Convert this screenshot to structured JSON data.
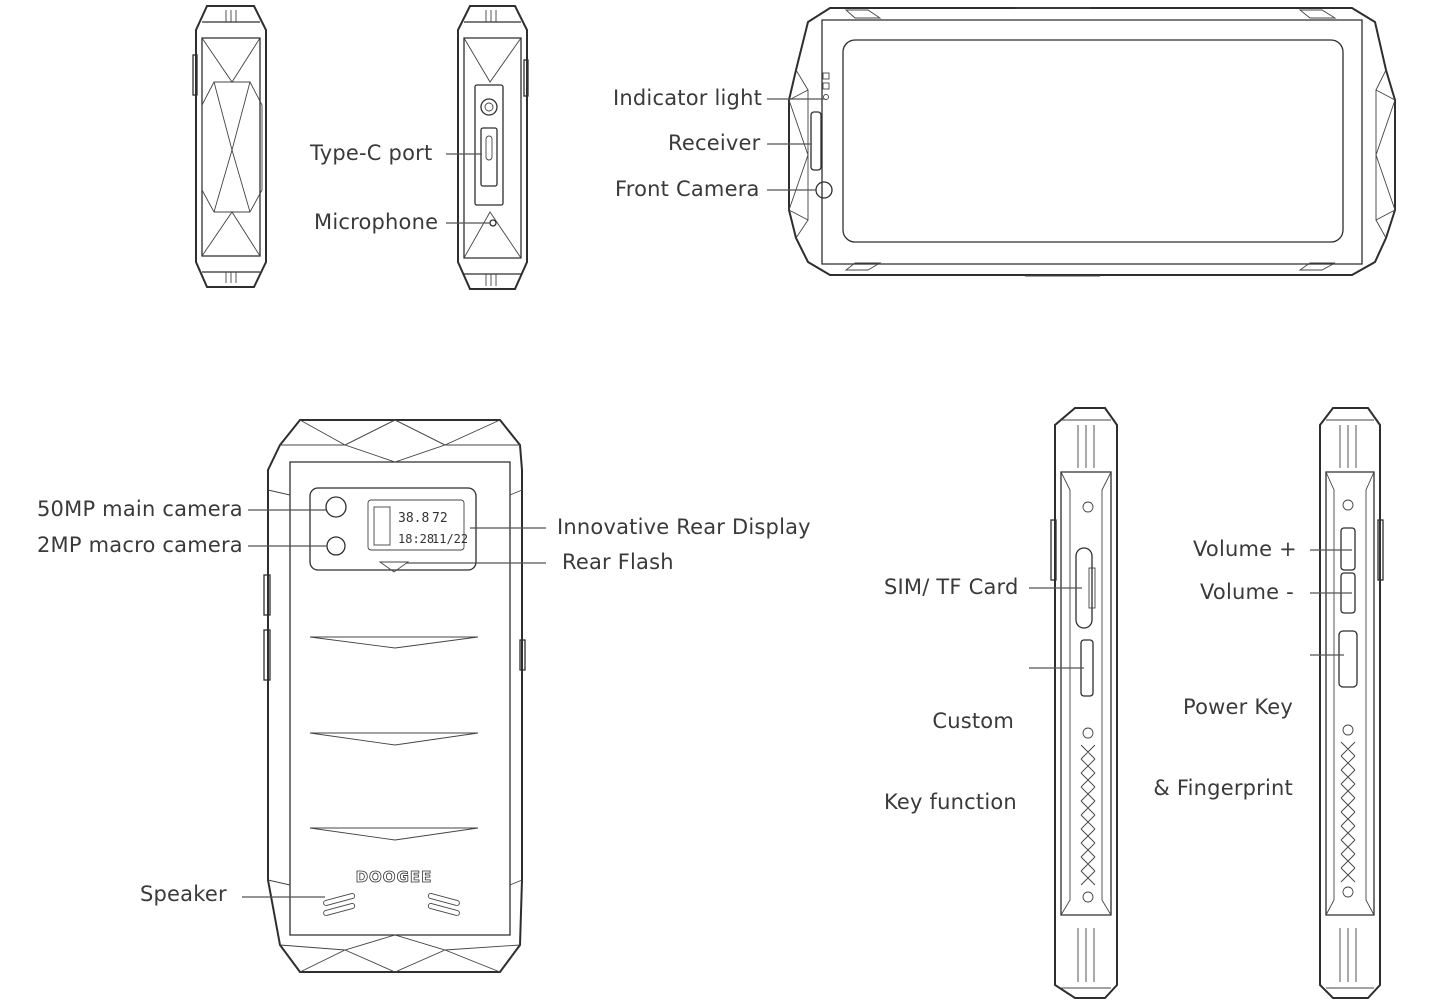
{
  "labels": {
    "type_c_port": "Type-C port",
    "microphone": "Microphone",
    "indicator_light": "Indicator light",
    "receiver": "Receiver",
    "front_camera": "Front Camera",
    "main_camera": "50MP main camera",
    "macro_camera": "2MP macro camera",
    "rear_display": "Innovative Rear Display",
    "rear_flash": "Rear Flash",
    "speaker": "Speaker",
    "sim_tf_card": "SIM/ TF Card",
    "custom_key_line1": "Custom",
    "custom_key_line2": "Key function",
    "volume_up": "Volume +",
    "volume_down": "Volume -",
    "power_key_line1": "Power Key",
    "power_key_line2": "& Fingerprint"
  },
  "rear_display_readout": {
    "temp1": "38.8",
    "temp2": "72",
    "time": "18:28",
    "date": "11/22"
  },
  "brand_logo": "DOOGEE",
  "colors": {
    "line": "#2e2e2e",
    "text": "#3a3a3a",
    "background": "#ffffff"
  }
}
